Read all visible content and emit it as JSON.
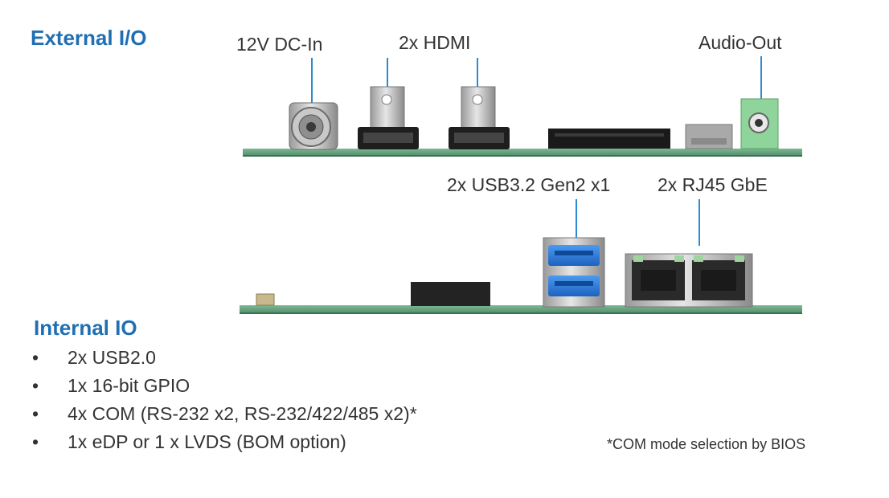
{
  "external": {
    "heading": "External I/O",
    "callouts": {
      "dc_in": "12V DC-In",
      "hdmi": "2x HDMI",
      "audio": "Audio-Out",
      "usb": "2x USB3.2 Gen2 x1",
      "rj45": "2x RJ45 GbE"
    }
  },
  "internal": {
    "heading": "Internal IO",
    "bullet_symbol": "•",
    "items": [
      "2x USB2.0",
      "1x 16-bit GPIO",
      "4x COM (RS-232 x2, RS-232/422/485 x2)*",
      "1x eDP or 1 x LVDS (BOM option)"
    ]
  },
  "footnote": "*COM mode selection by BIOS",
  "colors": {
    "heading": "#1f6fb2",
    "leader_line": "#2a8ad4",
    "pcb": "#5f9a76",
    "usb_blue": "#2f7fd8"
  }
}
